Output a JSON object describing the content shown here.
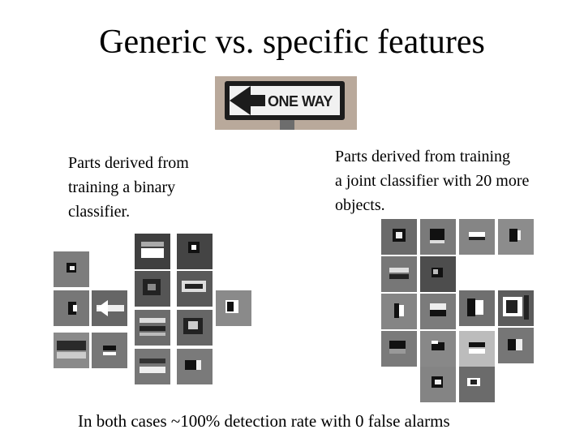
{
  "slide": {
    "title": "Generic vs. specific features",
    "sign_text": "ONE WAY",
    "left_caption_lines": [
      "Parts derived from",
      "training a binary",
      "classifier."
    ],
    "right_caption_lines": [
      "Parts derived from training",
      "a joint classifier with 20 more",
      "objects."
    ],
    "footer": "In both cases ~100%  detection rate with 0 false alarms"
  },
  "patch_colors": {
    "dark": "#5a5a5a",
    "mid": "#7a7a7a",
    "light": "#a5a5a5",
    "lighter": "#bdbdbd"
  }
}
